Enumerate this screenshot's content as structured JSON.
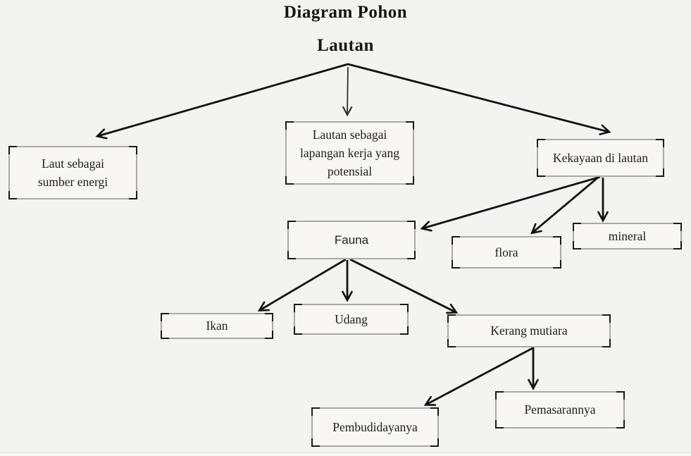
{
  "title": {
    "line1": "Diagram Pohon",
    "line2": "Lautan"
  },
  "diagram_type": "tree",
  "nodes": {
    "laut_sumber_energi": {
      "label": "Laut sebagai sumber energi"
    },
    "lautan_lapangan_kerja": {
      "label": "Lautan sebagai lapangan kerja yang potensial"
    },
    "kekayaan_di_lautan": {
      "label": "Kekayaan di lautan"
    },
    "fauna": {
      "label": "Fauna"
    },
    "flora": {
      "label": "flora"
    },
    "mineral": {
      "label": "mineral"
    },
    "ikan": {
      "label": "Ikan"
    },
    "udang": {
      "label": "Udang"
    },
    "kerang_mutiara": {
      "label": "Kerang mutiara"
    },
    "pembudidayanya": {
      "label": "Pembudidayanya"
    },
    "pemasarannya": {
      "label": "Pemasarannya"
    }
  },
  "edges": [
    {
      "from": "title_root",
      "to": "laut_sumber_energi"
    },
    {
      "from": "title_root",
      "to": "lautan_lapangan_kerja"
    },
    {
      "from": "title_root",
      "to": "kekayaan_di_lautan"
    },
    {
      "from": "kekayaan_di_lautan",
      "to": "fauna"
    },
    {
      "from": "kekayaan_di_lautan",
      "to": "flora"
    },
    {
      "from": "kekayaan_di_lautan",
      "to": "mineral"
    },
    {
      "from": "fauna",
      "to": "ikan"
    },
    {
      "from": "fauna",
      "to": "udang"
    },
    {
      "from": "fauna",
      "to": "kerang_mutiara"
    },
    {
      "from": "kerang_mutiara",
      "to": "pembudidayanya"
    },
    {
      "from": "kerang_mutiara",
      "to": "pemasarannya"
    }
  ],
  "colors": {
    "background": "#f3f3f1",
    "box_fill": "#f8f7f5",
    "box_border": "#a9a9a9",
    "corner_tick": "#1a1a1a",
    "arrow": "#111111",
    "text": "#1c1c1c"
  }
}
